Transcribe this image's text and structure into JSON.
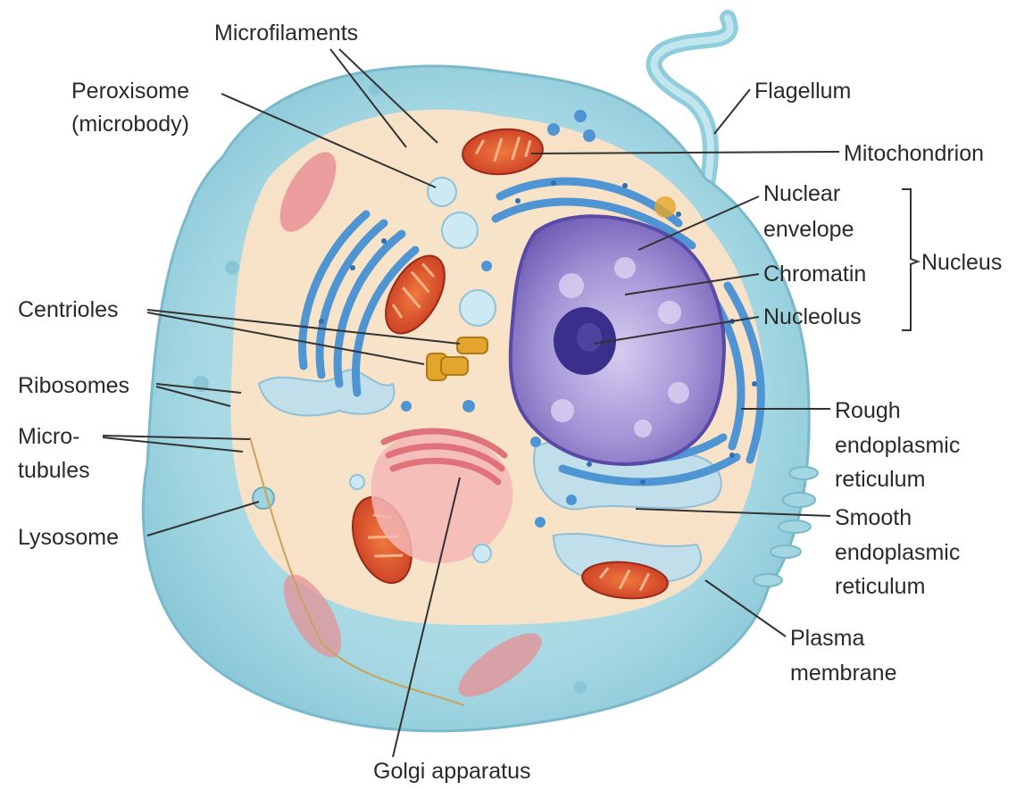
{
  "labels": {
    "microfilaments": "Microfilaments",
    "peroxisome_1": "Peroxisome",
    "peroxisome_2": "(microbody)",
    "flagellum": "Flagellum",
    "mitochondrion": "Mitochondrion",
    "nuclear_envelope_1": "Nuclear",
    "nuclear_envelope_2": "envelope",
    "nucleus": "Nucleus",
    "chromatin": "Chromatin",
    "nucleolus": "Nucleolus",
    "centrioles": "Centrioles",
    "ribosomes": "Ribosomes",
    "microtubules_1": "Micro-",
    "microtubules_2": "tubules",
    "lysosome": "Lysosome",
    "rough_er_1": "Rough",
    "rough_er_2": "endoplasmic",
    "rough_er_3": "reticulum",
    "smooth_er_1": "Smooth",
    "smooth_er_2": "endoplasmic",
    "smooth_er_3": "reticulum",
    "plasma_membrane_1": "Plasma",
    "plasma_membrane_2": "membrane",
    "golgi": "Golgi apparatus"
  },
  "colors": {
    "membrane": "#9fd3df",
    "membrane_dark": "#6fb6c9",
    "cytoplasm": "#fbe3c6",
    "nucleus": "#8a78c4",
    "nucleus_light": "#c9bde6",
    "nucleolus": "#3b2f8c",
    "er": "#4f95d3",
    "mitochondrion": "#d94a2b",
    "golgi": "#e88d93",
    "centriole": "#e3a52b",
    "leader": "#333333"
  }
}
